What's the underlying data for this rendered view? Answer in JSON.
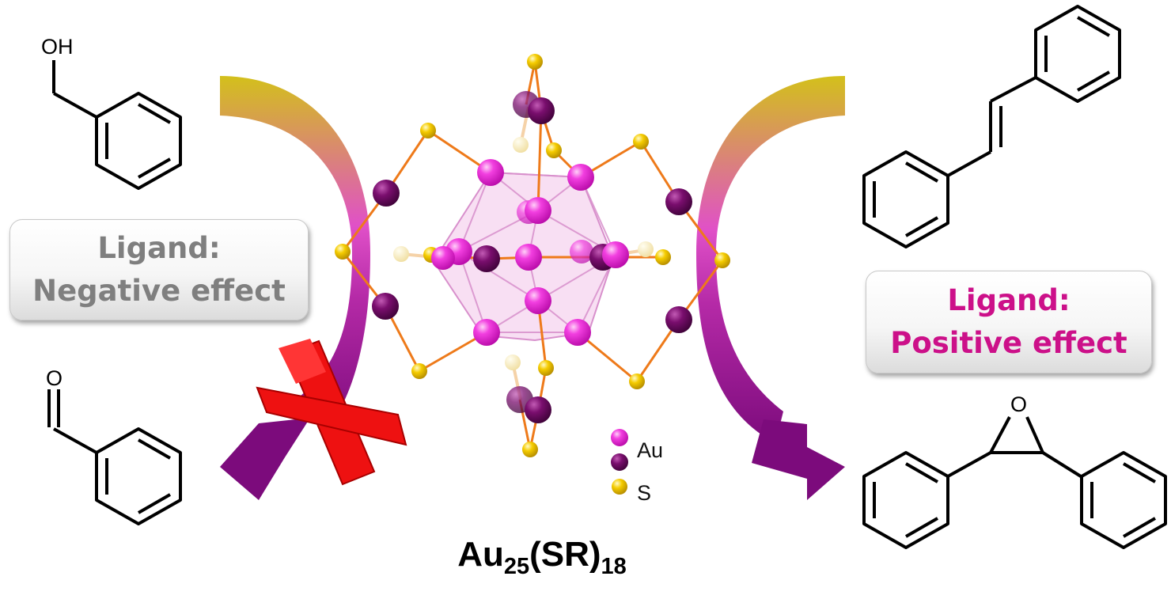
{
  "figure": {
    "left_box": {
      "line1": "Ligand:",
      "line2": "Negative effect"
    },
    "right_box": {
      "line1": "Ligand:",
      "line2": "Positive effect"
    },
    "atom_labels": {
      "hydroxyl": "OH",
      "aldehyde_oxygen": "O",
      "epoxide_oxygen": "O"
    },
    "legend": [
      {
        "label": "Au",
        "color": "#f02bdc"
      },
      {
        "label": "",
        "color": "#7a0e6e"
      },
      {
        "label": "S",
        "color": "#f2c500"
      }
    ],
    "formula": {
      "base": "Au",
      "sub1": "25",
      "group": "(SR)",
      "sub2": "18"
    },
    "colors": {
      "arrow_top": "#d3c01b",
      "arrow_mid": "#e050c8",
      "arrow_bottom": "#7c0b7c",
      "cross": "#ee1111",
      "bond": "#ee7a1a",
      "positive_text": "#cc1089",
      "negative_text": "#7f7f7f"
    }
  }
}
